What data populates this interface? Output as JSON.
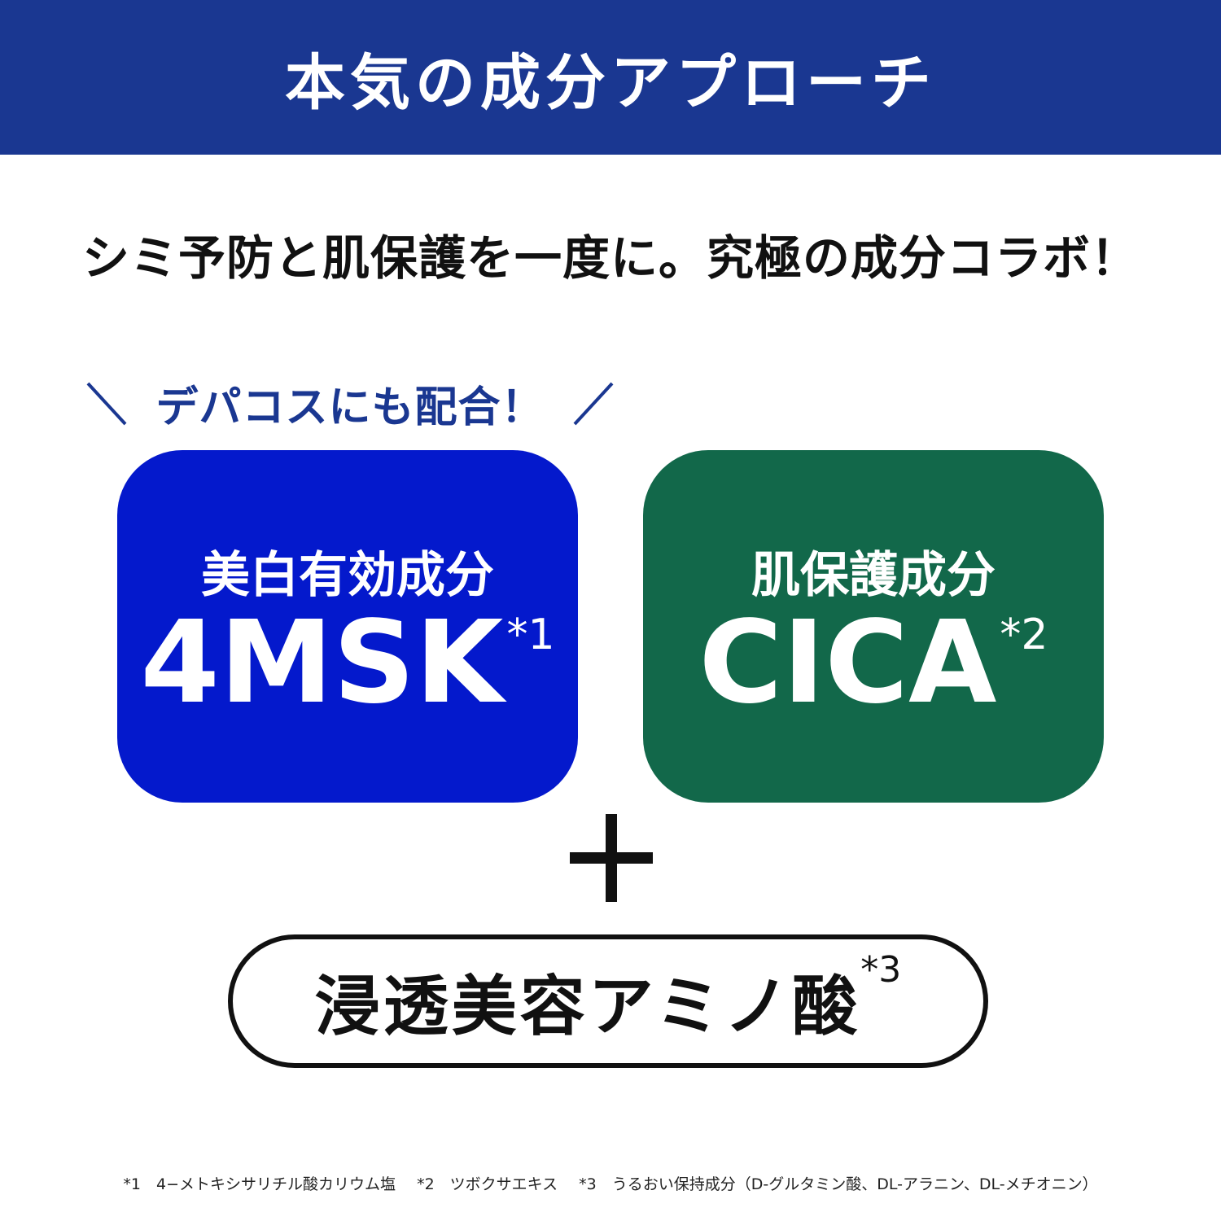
{
  "colors": {
    "header_bg": "#1a3791",
    "accent_navy": "#1a3791",
    "card_blue": "#0419cc",
    "card_green": "#12684a",
    "text_dark": "#111111"
  },
  "header": {
    "title": "本気の成分アプローチ"
  },
  "headline": "シミ予防と肌保護を一度に。究極の成分コラボ！",
  "tagline": {
    "text": "デパコスにも配合！"
  },
  "cards": [
    {
      "label": "美白有効成分",
      "name": "4MSK",
      "note_mark": "*1"
    },
    {
      "label": "肌保護成分",
      "name": "CICA",
      "note_mark": "*2"
    }
  ],
  "plus_symbol": "+",
  "bottom_pill": {
    "label": "浸透美容アミノ酸",
    "note_mark": "*3"
  },
  "footnotes": [
    "*1　4−メトキシサリチル酸カリウム塩",
    "*2　ツボクサエキス",
    "*3　うるおい保持成分（D-グルタミン酸、DL-アラニン、DL-メチオニン）"
  ]
}
